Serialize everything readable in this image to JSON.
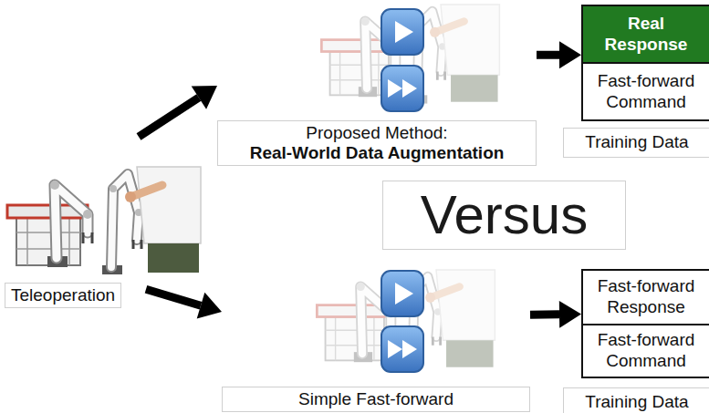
{
  "diagram": {
    "nodes": [
      {
        "text": [
          "Teleoperation"
        ]
      },
      {
        "text": [
          "Proposed Method:",
          "Real-World Data Augmentation"
        ]
      },
      {
        "text": [
          "Real Response"
        ]
      },
      {
        "text": [
          "Fast-forward Command"
        ]
      },
      {
        "text": [
          "Training Data"
        ]
      },
      {
        "text": [
          "Versus"
        ]
      },
      {
        "text": [
          "Simple Fast-forward"
        ]
      },
      {
        "text": [
          "Fast-forward Response"
        ]
      },
      {
        "text": [
          "Fast-forward Command"
        ]
      },
      {
        "text": [
          "Training Data"
        ]
      }
    ],
    "edges": [
      {
        "from": 0,
        "to": 1,
        "arrow": "to"
      },
      {
        "from": 0,
        "to": 6,
        "arrow": "to"
      },
      {
        "from": 1,
        "to": 2,
        "arrow": "to"
      },
      {
        "from": 6,
        "to": 7,
        "arrow": "to"
      }
    ]
  }
}
